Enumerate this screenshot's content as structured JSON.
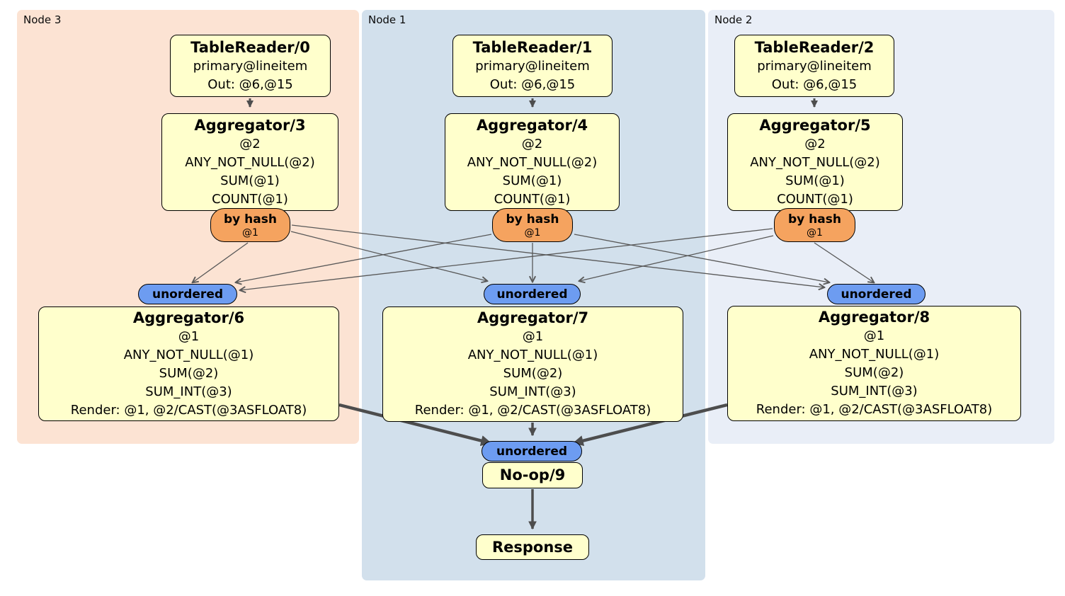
{
  "regions": {
    "node3": {
      "label": "Node 3"
    },
    "node1": {
      "label": "Node 1"
    },
    "node2": {
      "label": "Node 2"
    }
  },
  "operators": {
    "tablereader0": {
      "title": "TableReader/0",
      "lines": [
        "primary@lineitem",
        "Out: @6,@15"
      ]
    },
    "tablereader1": {
      "title": "TableReader/1",
      "lines": [
        "primary@lineitem",
        "Out: @6,@15"
      ]
    },
    "tablereader2": {
      "title": "TableReader/2",
      "lines": [
        "primary@lineitem",
        "Out: @6,@15"
      ]
    },
    "aggregator3": {
      "title": "Aggregator/3",
      "lines": [
        "@2",
        "ANY_NOT_NULL(@2)",
        "SUM(@1)",
        "COUNT(@1)"
      ]
    },
    "aggregator4": {
      "title": "Aggregator/4",
      "lines": [
        "@2",
        "ANY_NOT_NULL(@2)",
        "SUM(@1)",
        "COUNT(@1)"
      ]
    },
    "aggregator5": {
      "title": "Aggregator/5",
      "lines": [
        "@2",
        "ANY_NOT_NULL(@2)",
        "SUM(@1)",
        "COUNT(@1)"
      ]
    },
    "aggregator6": {
      "title": "Aggregator/6",
      "lines": [
        "@1",
        "ANY_NOT_NULL(@1)",
        "SUM(@2)",
        "SUM_INT(@3)",
        "Render: @1, @2/CAST(@3ASFLOAT8)"
      ]
    },
    "aggregator7": {
      "title": "Aggregator/7",
      "lines": [
        "@1",
        "ANY_NOT_NULL(@1)",
        "SUM(@2)",
        "SUM_INT(@3)",
        "Render: @1, @2/CAST(@3ASFLOAT8)"
      ]
    },
    "aggregator8": {
      "title": "Aggregator/8",
      "lines": [
        "@1",
        "ANY_NOT_NULL(@1)",
        "SUM(@2)",
        "SUM_INT(@3)",
        "Render: @1, @2/CAST(@3ASFLOAT8)"
      ]
    },
    "noop9": {
      "title": "No-op/9"
    },
    "response": {
      "title": "Response"
    }
  },
  "connectors": {
    "by_hash3": {
      "label": "by hash",
      "detail": "@1"
    },
    "by_hash4": {
      "label": "by hash",
      "detail": "@1"
    },
    "by_hash5": {
      "label": "by hash",
      "detail": "@1"
    },
    "unordered6": {
      "label": "unordered"
    },
    "unordered7": {
      "label": "unordered"
    },
    "unordered8": {
      "label": "unordered"
    },
    "unordered9": {
      "label": "unordered"
    }
  },
  "colors": {
    "node3-bg": "#fce3d3",
    "node1-bg": "#d2e0ec",
    "node2-bg": "#e9eef7",
    "box-fill": "#ffffcc",
    "by-hash-fill": "#f5a35f",
    "unordered-fill": "#6d9cf1",
    "edge-thin": "#585858",
    "edge-thick": "#4d4d4d"
  }
}
